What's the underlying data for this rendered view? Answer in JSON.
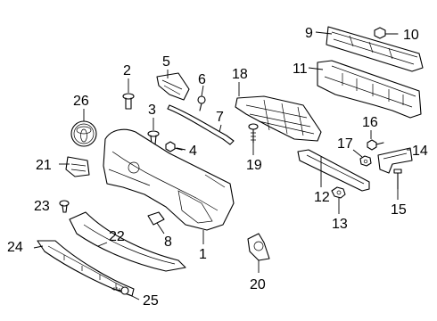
{
  "callouts": [
    {
      "number": "1",
      "part": "bumper-cover"
    },
    {
      "number": "2",
      "part": "retainer-clip"
    },
    {
      "number": "3",
      "part": "push-clip"
    },
    {
      "number": "4",
      "part": "screw"
    },
    {
      "number": "5",
      "part": "side-bracket"
    },
    {
      "number": "6",
      "part": "bolt"
    },
    {
      "number": "7",
      "part": "molding-strip"
    },
    {
      "number": "8",
      "part": "tow-hook-cover"
    },
    {
      "number": "9",
      "part": "reinforcement-bar"
    },
    {
      "number": "10",
      "part": "bolt"
    },
    {
      "number": "11",
      "part": "energy-absorber"
    },
    {
      "number": "12",
      "part": "lower-support"
    },
    {
      "number": "13",
      "part": "nut"
    },
    {
      "number": "14",
      "part": "side-bracket"
    },
    {
      "number": "15",
      "part": "bolt"
    },
    {
      "number": "16",
      "part": "screw"
    },
    {
      "number": "17",
      "part": "nut"
    },
    {
      "number": "18",
      "part": "grille-support"
    },
    {
      "number": "19",
      "part": "bolt"
    },
    {
      "number": "20",
      "part": "sensor-bracket"
    },
    {
      "number": "21",
      "part": "bracket"
    },
    {
      "number": "22",
      "part": "lower-spoiler"
    },
    {
      "number": "23",
      "part": "clip"
    },
    {
      "number": "24",
      "part": "skid-plate"
    },
    {
      "number": "25",
      "part": "screw"
    },
    {
      "number": "26",
      "part": "emblem"
    }
  ]
}
